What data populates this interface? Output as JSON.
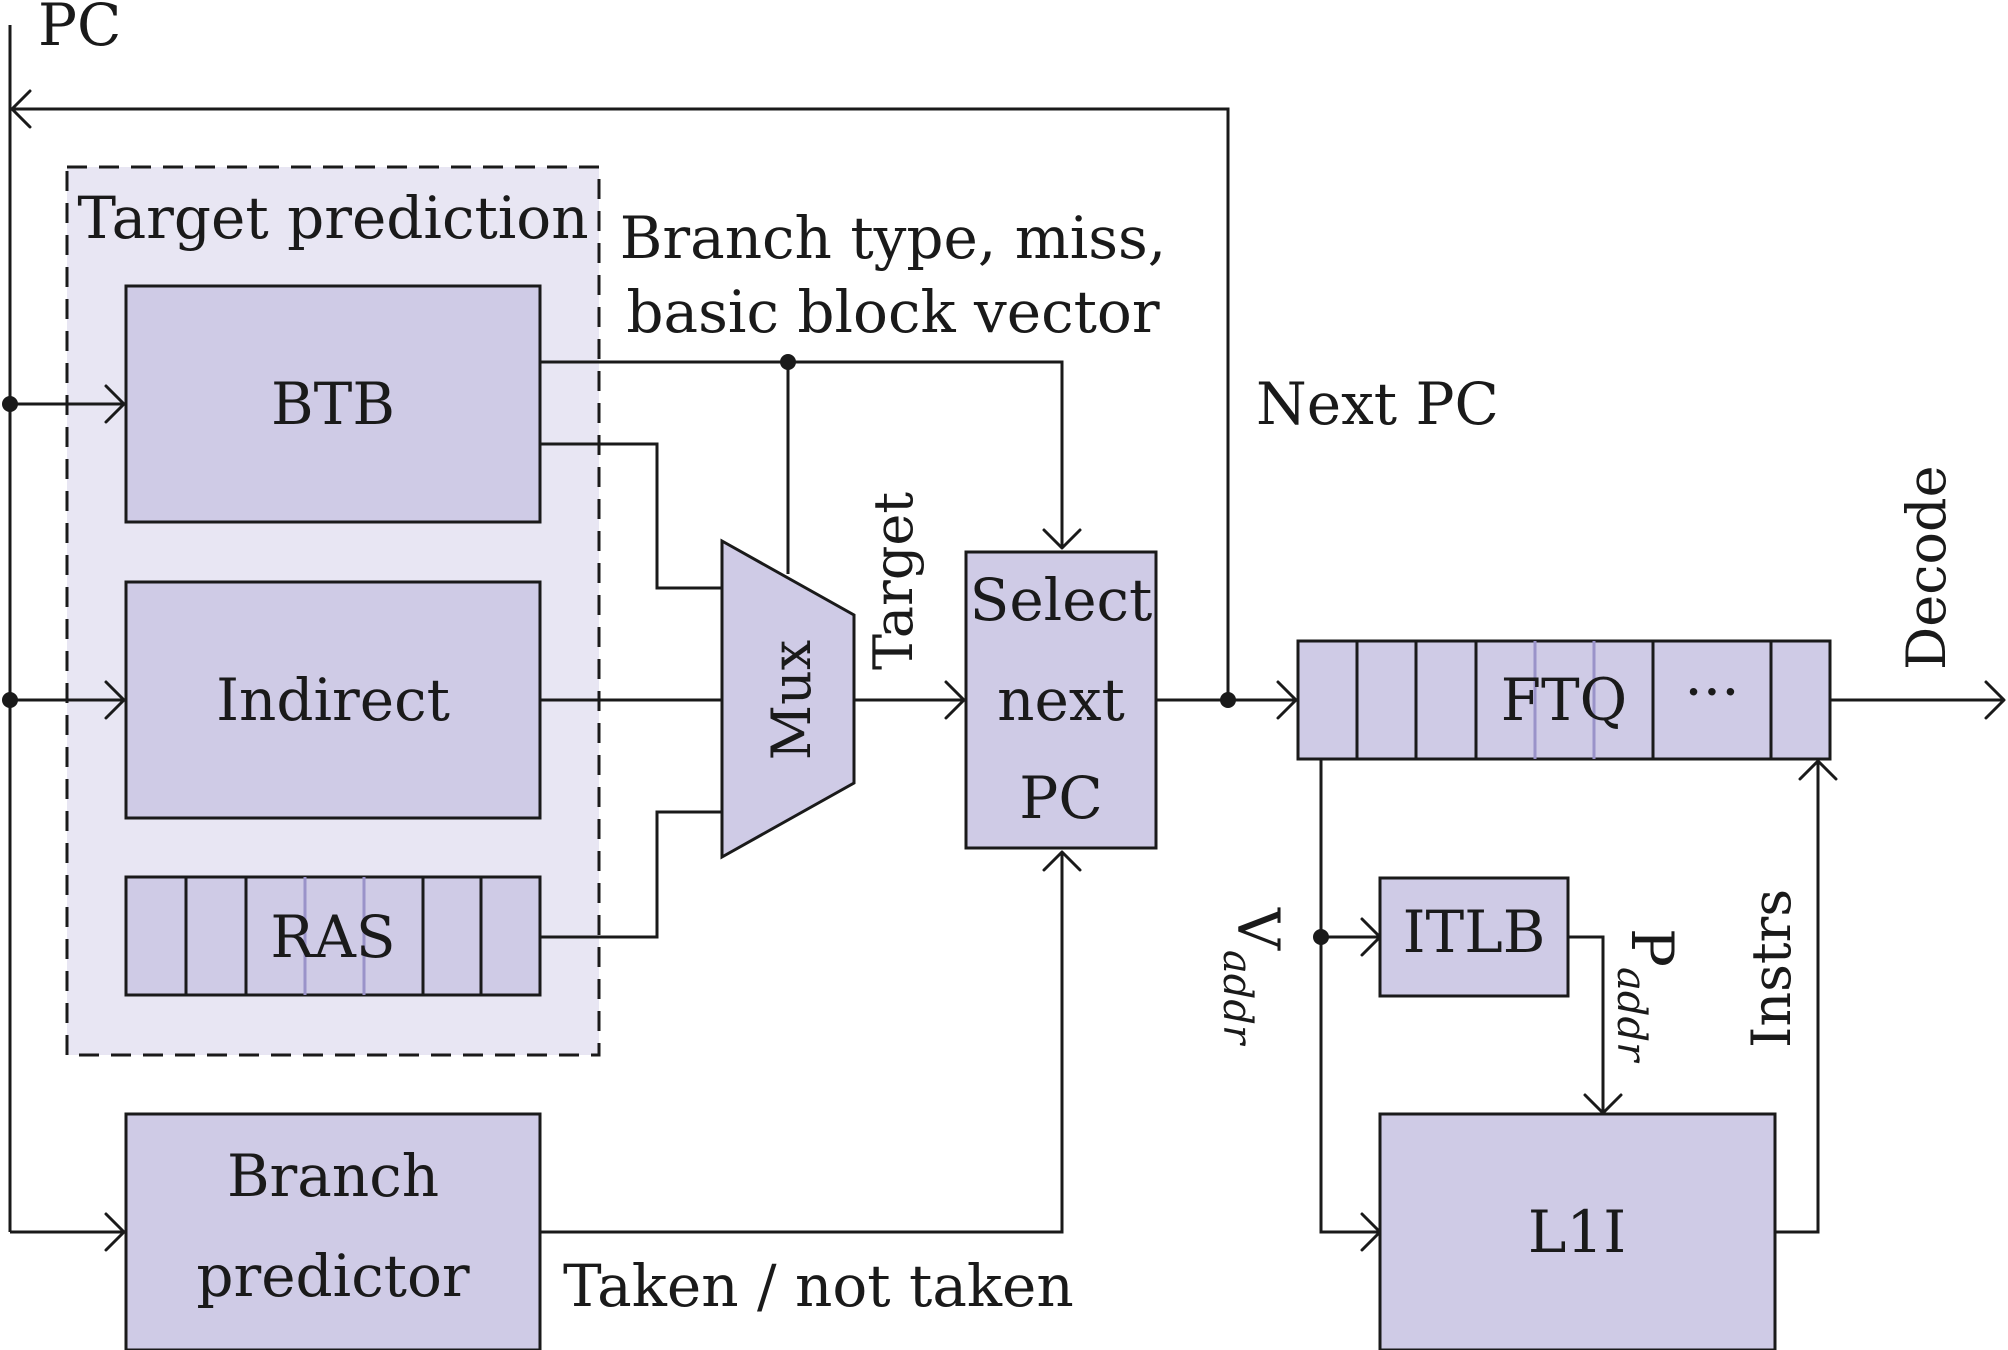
{
  "inputs": {
    "pc": "PC"
  },
  "group": {
    "title": "Target prediction"
  },
  "blocks": {
    "btb": "BTB",
    "indirect": "Indirect",
    "ras": "RAS",
    "mux": "Mux",
    "select_line1": "Select",
    "select_line2": "next",
    "select_line3": "PC",
    "ftq": "FTQ",
    "ftq_more": "···",
    "itlb": "ITLB",
    "l1i": "L1I",
    "branch_predictor_line1": "Branch",
    "branch_predictor_line2": "predictor"
  },
  "labels": {
    "branch_type_line1": "Branch type, miss,",
    "branch_type_line2": "basic block vector",
    "target": "Target",
    "next_pc": "Next PC",
    "decode": "Decode",
    "vaddr_main": "V",
    "vaddr_sub": "addr",
    "paddr_main": "P",
    "paddr_sub": "addr",
    "instrs": "Instrs",
    "taken": "Taken / not taken"
  },
  "colors": {
    "block_fill": "#cfcbe6",
    "group_fill": "#e8e6f3",
    "stroke": "#1a1a1a"
  }
}
